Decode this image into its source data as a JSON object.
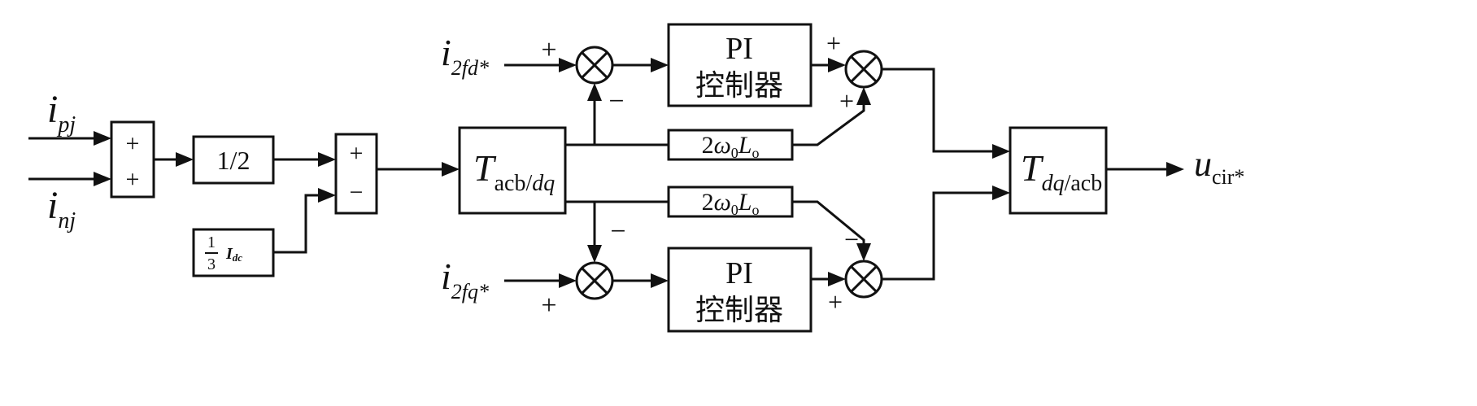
{
  "inputs": {
    "i_pj": {
      "main": "i",
      "sub": "pj"
    },
    "i_nj": {
      "main": "i",
      "sub": "nj"
    },
    "i_2fd": {
      "main": "i",
      "sub": "2fd*"
    },
    "i_2fq": {
      "main": "i",
      "sub": "2fq*"
    }
  },
  "sum_block_1": {
    "top": "+",
    "bottom": "+"
  },
  "half_block": {
    "label": "1/2"
  },
  "idc_block": {
    "num": "1",
    "den": "3",
    "var": "I",
    "sub": "dc"
  },
  "sum_block_2": {
    "top": "+",
    "bottom": "−"
  },
  "transform_in": {
    "main": "T",
    "sub_upright": "acb/",
    "sub_italic": "dq"
  },
  "pi_top": {
    "line1": "PI",
    "line2": "控制器"
  },
  "pi_bottom": {
    "line1": "PI",
    "line2": "控制器"
  },
  "coupling_top": {
    "coef": "2",
    "omega": "ω",
    "omega_sub": "0",
    "L": "L",
    "L_sub": "o"
  },
  "coupling_bottom": {
    "coef": "2",
    "omega": "ω",
    "omega_sub": "0",
    "L": "L",
    "L_sub": "o"
  },
  "transform_out": {
    "main": "T",
    "sub_italic": "dq",
    "sub_upright": "/acb"
  },
  "output": {
    "main": "u",
    "sub": "cir*"
  },
  "signs": {
    "s1_plus": "+",
    "s1_minus": "−",
    "s2_plus": "+",
    "s2_minus": "−",
    "s3_plus_top": "+",
    "s3_plus_bottom": "+",
    "s4_minus": "−",
    "s4_plus": "+"
  }
}
